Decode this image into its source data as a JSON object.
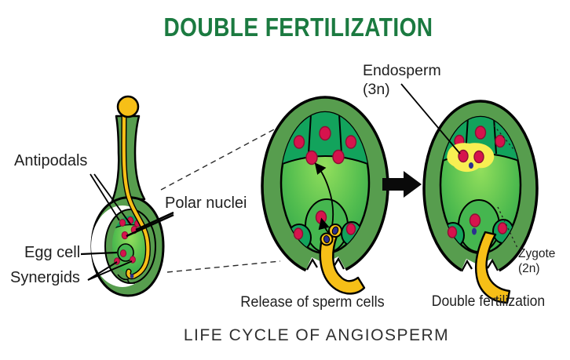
{
  "title": "DOUBLE FERTILIZATION",
  "footer_caption": "LIFE CYCLE OF ANGIOSPERM",
  "colors": {
    "title_green": "#1b7a40",
    "outer_green": "#579d4e",
    "band_green": "#12a35c",
    "cell_green": "#45b64f",
    "sac_light": "#93df5c",
    "sac_mid": "#52bd4f",
    "sac_dark": "#27a049",
    "nucleus_red": "#d6134d",
    "nucleus_red_dark": "#8c0f34",
    "pollen_yellow": "#f6bf17",
    "sperm_navy": "#2c2f8f",
    "endosperm_yellow": "#f8ef52",
    "text_dark": "#1f1f1f"
  },
  "embryo_sac_labels": {
    "antipodals": "Antipodals",
    "polar_nuclei": "Polar nuclei",
    "egg_cell": "Egg cell",
    "synergids": "Synergids"
  },
  "middle_ovule": {
    "caption": "Release of sperm cells"
  },
  "right_ovule": {
    "endosperm_label": "Endosperm",
    "endosperm_ploidy": "(3n)",
    "zygote_label": "Zygote",
    "zygote_ploidy": "(2n)",
    "caption": "Double fertilization"
  }
}
